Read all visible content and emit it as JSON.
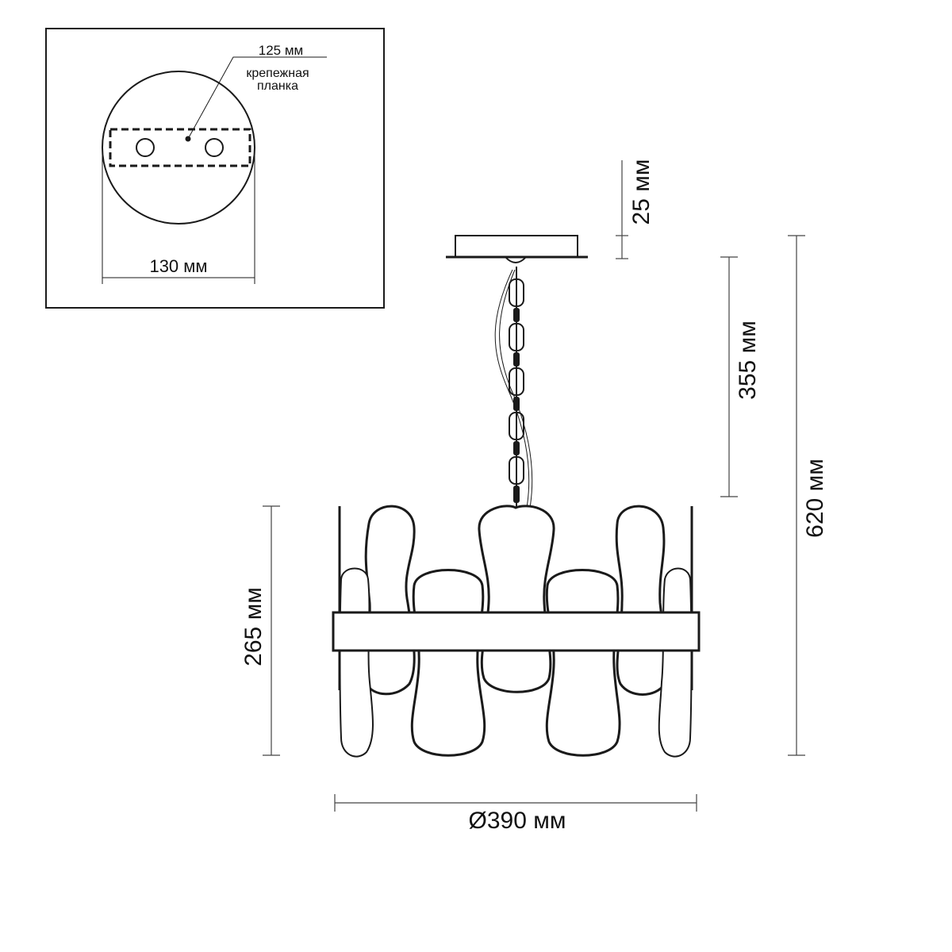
{
  "inset": {
    "plate_label": "125 мм",
    "bracket_label_line1": "крепежная",
    "bracket_label_line2": "планка",
    "diameter_label": "130 мм"
  },
  "dimensions": {
    "canopy_height": "25 мм",
    "chain_length": "355 мм",
    "total_height": "620 мм",
    "body_height": "265 мм",
    "body_diameter": "Ø390 мм"
  }
}
